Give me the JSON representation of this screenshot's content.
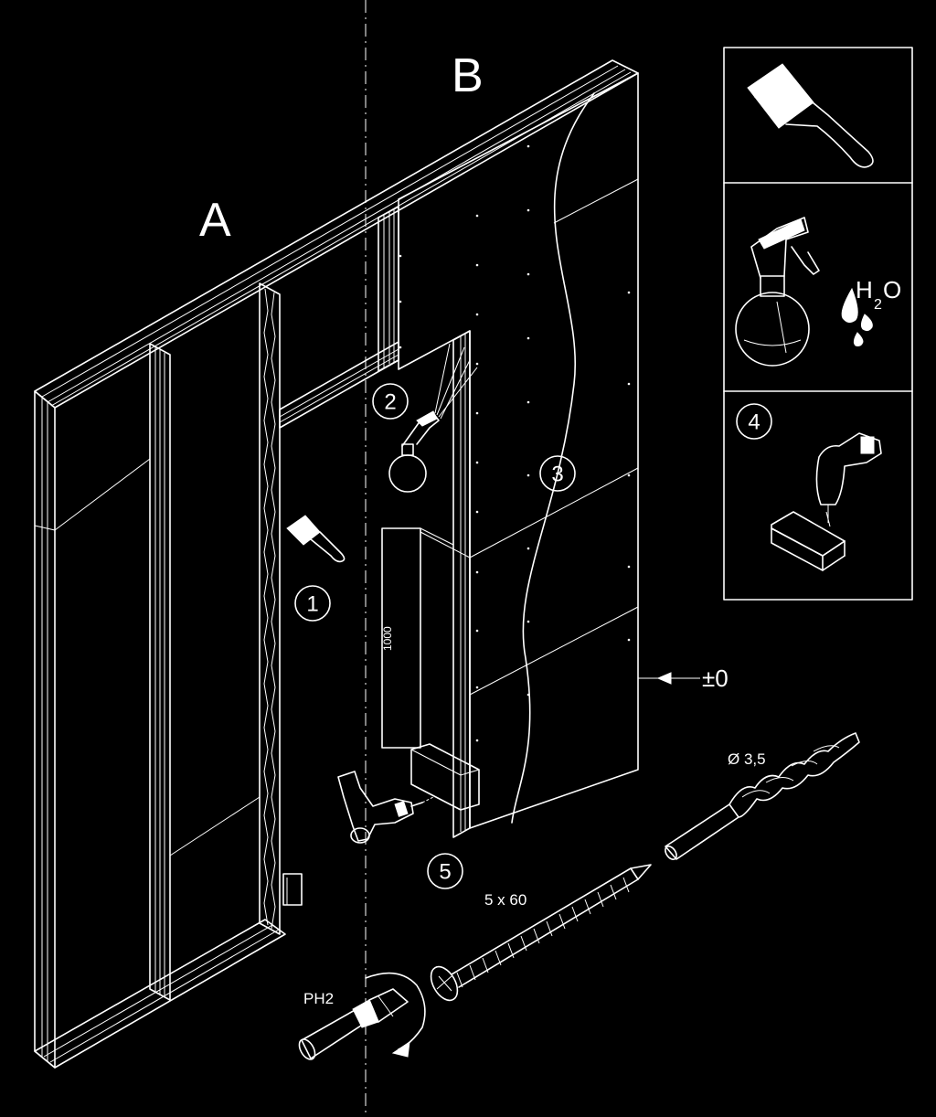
{
  "labels": {
    "wall_a": "A",
    "wall_b": "B",
    "level_mark": "±0",
    "height_dim": "1000",
    "drill_diameter": "Ø 3,5",
    "screw_size": "5 x 60",
    "bit_type": "PH2",
    "water_h": "H",
    "water_sub": "2",
    "water_o": "O"
  },
  "steps": [
    "1",
    "2",
    "3",
    "4",
    "5"
  ],
  "legend_panels": [
    {
      "icon": "brush-icon"
    },
    {
      "icon": "spray-bottle-icon"
    },
    {
      "icon": "drill-icon",
      "step": "4"
    }
  ]
}
